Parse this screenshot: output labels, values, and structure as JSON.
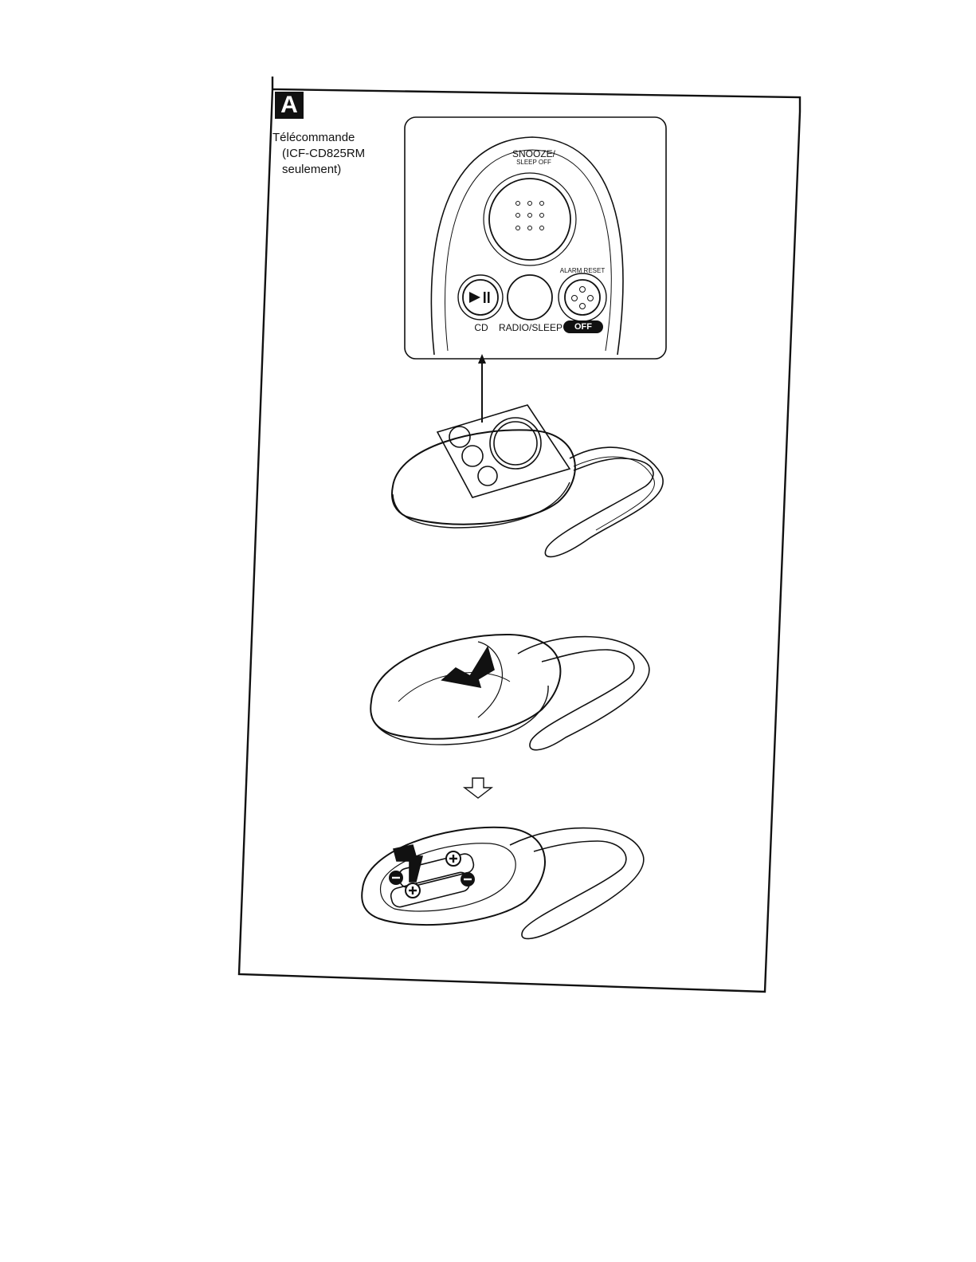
{
  "section": {
    "letter": "A"
  },
  "caption": {
    "line1": "Télécommande",
    "line2": "(ICF-CD825RM",
    "line3": "seulement)"
  },
  "remote_panel": {
    "snooze_label": "SNOOZE/",
    "sleep_off_label": "SLEEP OFF",
    "alarm_reset_label": "ALARM RESET",
    "cd_label": "CD",
    "radio_sleep_label": "RADIO/SLEEP",
    "off_label": "OFF"
  },
  "icons": {
    "play_pause": "play-pause-icon",
    "battery_plus": "plus-icon",
    "battery_minus": "minus-icon",
    "step_arrow": "down-arrow-icon"
  },
  "colors": {
    "ink": "#111111",
    "paper": "#ffffff"
  }
}
